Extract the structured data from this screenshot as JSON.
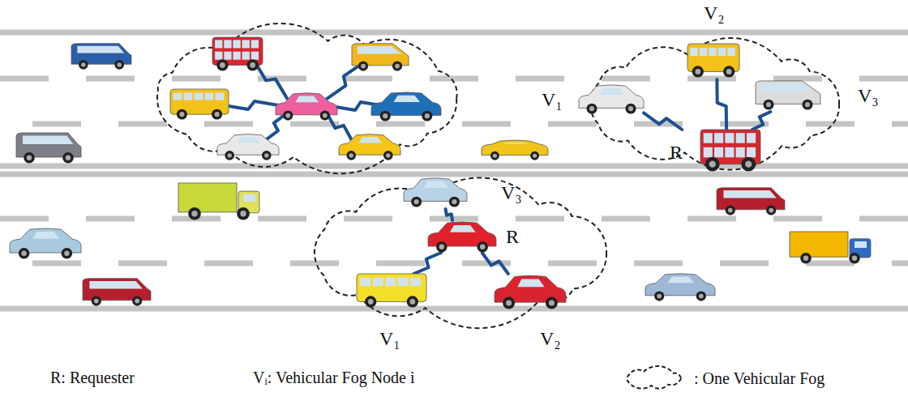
{
  "diagram": {
    "nodes": [
      {
        "text": [
          "V₂"
        ]
      },
      {
        "text": [
          "V₁"
        ]
      },
      {
        "text": [
          "R"
        ]
      },
      {
        "text": [
          "V₃"
        ]
      },
      {
        "text": [
          "V₃"
        ]
      },
      {
        "text": [
          "R"
        ]
      },
      {
        "text": [
          "V₁"
        ]
      },
      {
        "text": [
          "V₂"
        ]
      }
    ],
    "edges": [
      {
        "from": 2,
        "to": 0,
        "arrow": "none"
      },
      {
        "from": 2,
        "to": 1,
        "arrow": "none"
      },
      {
        "from": 2,
        "to": 3,
        "arrow": "none"
      },
      {
        "from": 5,
        "to": 4,
        "arrow": "none"
      },
      {
        "from": 5,
        "to": 6,
        "arrow": "none"
      },
      {
        "from": 5,
        "to": 7,
        "arrow": "none"
      }
    ],
    "labels": [
      "R: Requester",
      "Vᵢ: Vehicular Fog Node i"
    ],
    "legend": [
      {
        "text": ": One Vehicular Fog"
      }
    ]
  }
}
